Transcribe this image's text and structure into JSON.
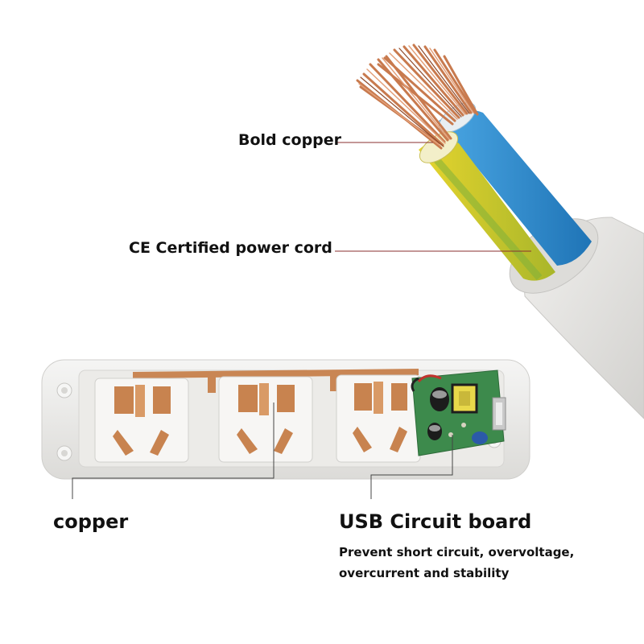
{
  "callouts": {
    "bold_copper": "Bold copper",
    "ce_cord": "CE Certified power cord",
    "copper": "copper",
    "usb_board": "USB Circuit board",
    "usb_desc_line1": "Prevent short circuit, overvoltage,",
    "usb_desc_line2": "overcurrent and stability"
  },
  "colors": {
    "sheath": "#e7e6e3",
    "wire_blue": "#2f8fd0",
    "wire_yellow_green": "#cbc826",
    "copper_strand": "#c87a4e",
    "pcb": "#3d8a4c",
    "leader_line": "#8a2f2f"
  }
}
